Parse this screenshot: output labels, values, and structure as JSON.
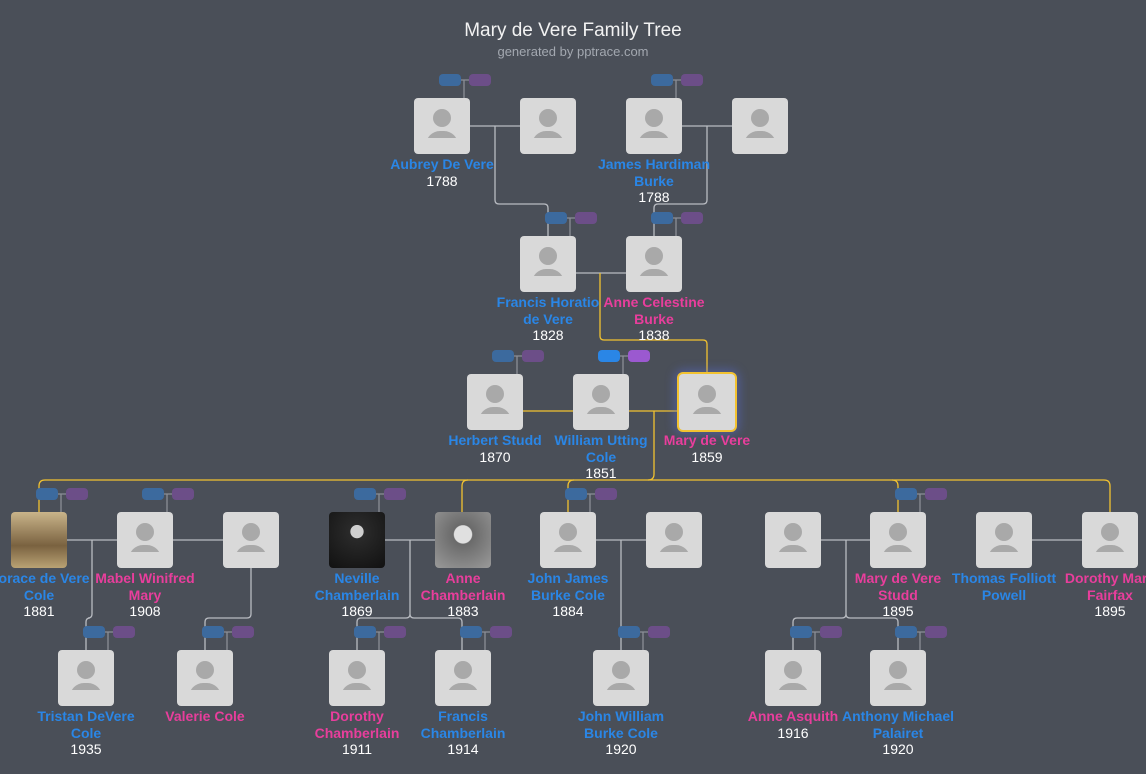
{
  "header": {
    "title": "Mary de Vere Family Tree",
    "subtitle": "generated by pptrace.com"
  },
  "colors": {
    "background": "#4a4f58",
    "male": "#2a86e6",
    "female": "#e83e9c",
    "highlight_line": "#f2c230",
    "card": "#d9d9d9"
  },
  "persons": [
    {
      "name": "Aubrey De Vere",
      "year": "1788",
      "gender": "m"
    },
    {
      "name": "",
      "year": "",
      "gender": "f"
    },
    {
      "name": "James Hardiman Burke",
      "year": "1788",
      "gender": "m"
    },
    {
      "name": "",
      "year": "",
      "gender": "f"
    },
    {
      "name": "Francis Horatio de Vere",
      "year": "1828",
      "gender": "m"
    },
    {
      "name": "Anne Celestine Burke",
      "year": "1838",
      "gender": "f"
    },
    {
      "name": "Herbert Studd",
      "year": "1870",
      "gender": "m"
    },
    {
      "name": "William Utting Cole",
      "year": "1851",
      "gender": "m"
    },
    {
      "name": "Mary de Vere",
      "year": "1859",
      "gender": "f",
      "selected": true
    },
    {
      "name": "Horace de Vere Cole",
      "year": "1881",
      "gender": "m",
      "photo": "sepia-group-photo"
    },
    {
      "name": "Mabel Winifred Mary",
      "year": "1908",
      "gender": "f"
    },
    {
      "name": "",
      "year": "",
      "gender": "m"
    },
    {
      "name": "Neville Chamberlain",
      "year": "1869",
      "gender": "m",
      "photo": "bw-portrait-man"
    },
    {
      "name": "Anne Chamberlain",
      "year": "1883",
      "gender": "f",
      "photo": "bw-portrait-woman"
    },
    {
      "name": "John James Burke Cole",
      "year": "1884",
      "gender": "m"
    },
    {
      "name": "",
      "year": "",
      "gender": "f"
    },
    {
      "name": "",
      "year": "",
      "gender": "m"
    },
    {
      "name": "Mary de Vere Studd",
      "year": "1895",
      "gender": "f"
    },
    {
      "name": "Thomas Folliott Powell",
      "year": "",
      "gender": "m"
    },
    {
      "name": "Dorothy Mary Fairfax",
      "year": "1895",
      "gender": "f"
    },
    {
      "name": "Tristan DeVere Cole",
      "year": "1935",
      "gender": "m"
    },
    {
      "name": "Valerie Cole",
      "year": "",
      "gender": "f"
    },
    {
      "name": "Dorothy Chamberlain",
      "year": "1911",
      "gender": "f"
    },
    {
      "name": "Francis Chamberlain",
      "year": "1914",
      "gender": "m"
    },
    {
      "name": "John William Burke Cole",
      "year": "1920",
      "gender": "m"
    },
    {
      "name": "Anne Asquith",
      "year": "1916",
      "gender": "f"
    },
    {
      "name": "Anthony Michael Palairet",
      "year": "1920",
      "gender": "m"
    }
  ]
}
